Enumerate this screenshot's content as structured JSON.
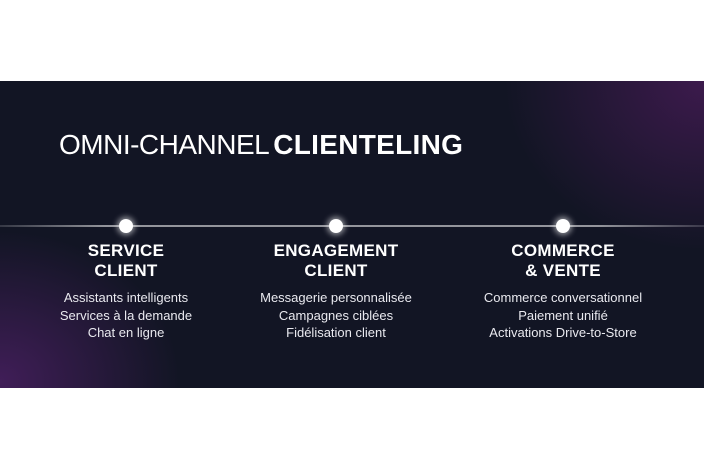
{
  "title": {
    "light": "OMNI-CHANNEL",
    "bold": "CLIENTELING"
  },
  "columns": [
    {
      "heading_line1": "SERVICE",
      "heading_line2": "CLIENT",
      "items": [
        "Assistants intelligents",
        "Services à la demande",
        "Chat en ligne"
      ]
    },
    {
      "heading_line1": "ENGAGEMENT",
      "heading_line2": "CLIENT",
      "items": [
        "Messagerie personnalisée",
        "Campagnes ciblées",
        "Fidélisation client"
      ]
    },
    {
      "heading_line1": "COMMERCE",
      "heading_line2": "& VENTE",
      "items": [
        "Commerce conversationnel",
        "Paiement unifié",
        "Activations Drive-to-Store"
      ]
    }
  ]
}
